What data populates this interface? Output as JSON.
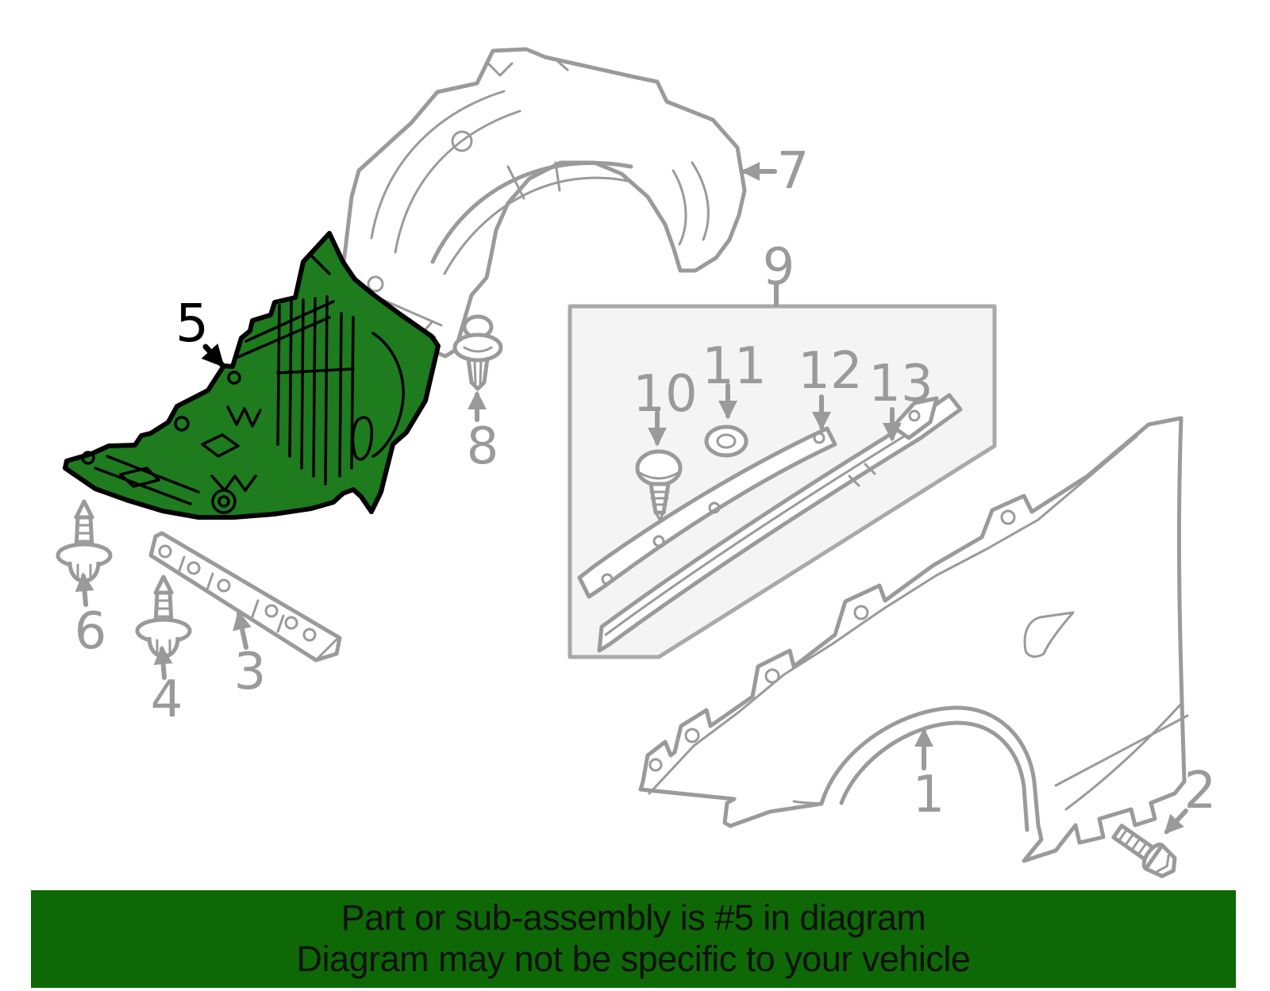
{
  "colors": {
    "highlight_green": "#1e7b1e",
    "banner_green": "#0e6806",
    "line_gray": "#9a9a9a",
    "box_fill": "#f4f4f4",
    "detail_black": "#000000"
  },
  "banner": {
    "line1": "Part or sub-assembly is #5 in diagram",
    "line2": "Diagram may not be specific to your vehicle"
  },
  "highlighted_callout": "5",
  "callouts": [
    {
      "label": "1"
    },
    {
      "label": "2"
    },
    {
      "label": "3"
    },
    {
      "label": "4"
    },
    {
      "label": "5"
    },
    {
      "label": "6"
    },
    {
      "label": "7"
    },
    {
      "label": "8"
    },
    {
      "label": "9"
    },
    {
      "label": "10"
    },
    {
      "label": "11"
    },
    {
      "label": "12"
    },
    {
      "label": "13"
    }
  ]
}
